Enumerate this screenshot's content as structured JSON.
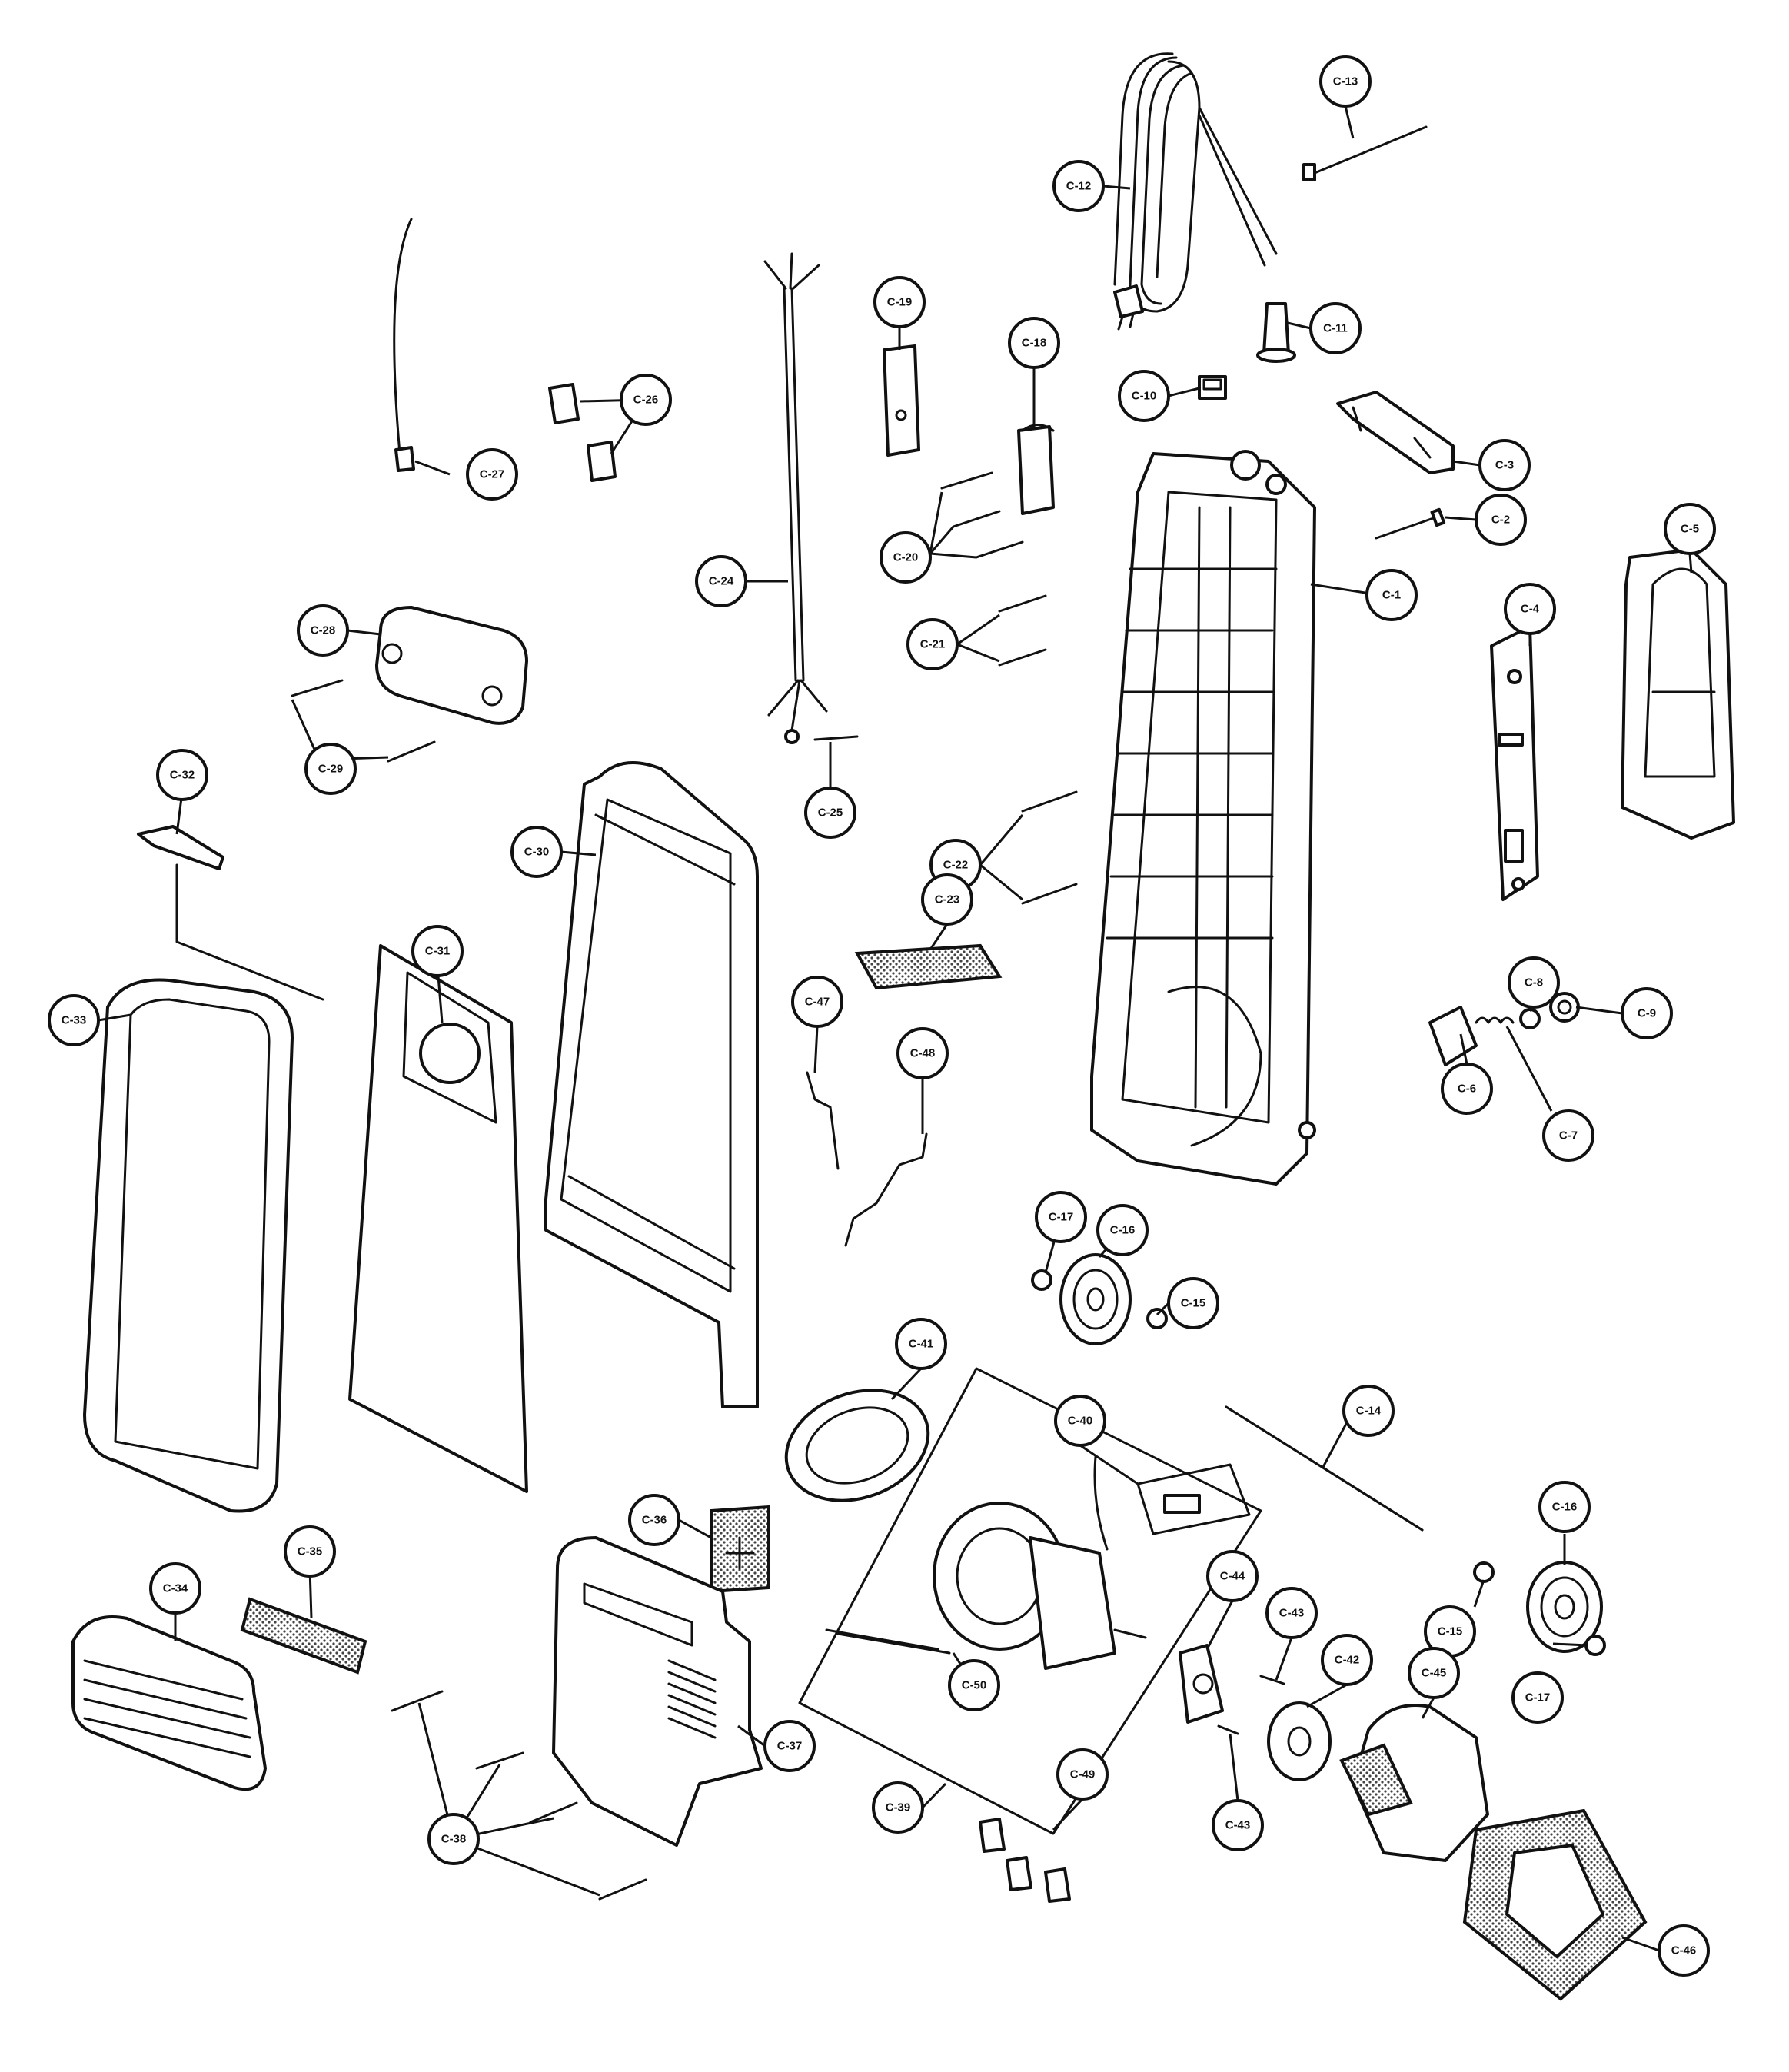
{
  "colors": {
    "ink": "#111111",
    "paper": "#ffffff",
    "shade": "#777777"
  },
  "callouts": [
    {
      "label": "C-1"
    },
    {
      "label": "C-2"
    },
    {
      "label": "C-3"
    },
    {
      "label": "C-4"
    },
    {
      "label": "C-5"
    },
    {
      "label": "C-6"
    },
    {
      "label": "C-7"
    },
    {
      "label": "C-8"
    },
    {
      "label": "C-9"
    },
    {
      "label": "C-10"
    },
    {
      "label": "C-11"
    },
    {
      "label": "C-12"
    },
    {
      "label": "C-13"
    },
    {
      "label": "C-14"
    },
    {
      "label": "C-15"
    },
    {
      "label": "C-15"
    },
    {
      "label": "C-16"
    },
    {
      "label": "C-16"
    },
    {
      "label": "C-17"
    },
    {
      "label": "C-17"
    },
    {
      "label": "C-18"
    },
    {
      "label": "C-19"
    },
    {
      "label": "C-20"
    },
    {
      "label": "C-21"
    },
    {
      "label": "C-22"
    },
    {
      "label": "C-23"
    },
    {
      "label": "C-24"
    },
    {
      "label": "C-25"
    },
    {
      "label": "C-26"
    },
    {
      "label": "C-27"
    },
    {
      "label": "C-28"
    },
    {
      "label": "C-29"
    },
    {
      "label": "C-30"
    },
    {
      "label": "C-31"
    },
    {
      "label": "C-32"
    },
    {
      "label": "C-33"
    },
    {
      "label": "C-34"
    },
    {
      "label": "C-35"
    },
    {
      "label": "C-36"
    },
    {
      "label": "C-37"
    },
    {
      "label": "C-38"
    },
    {
      "label": "C-39"
    },
    {
      "label": "C-40"
    },
    {
      "label": "C-41"
    },
    {
      "label": "C-42"
    },
    {
      "label": "C-43"
    },
    {
      "label": "C-43"
    },
    {
      "label": "C-44"
    },
    {
      "label": "C-45"
    },
    {
      "label": "C-46"
    },
    {
      "label": "C-47"
    },
    {
      "label": "C-48"
    },
    {
      "label": "C-49"
    },
    {
      "label": "C-50"
    }
  ]
}
